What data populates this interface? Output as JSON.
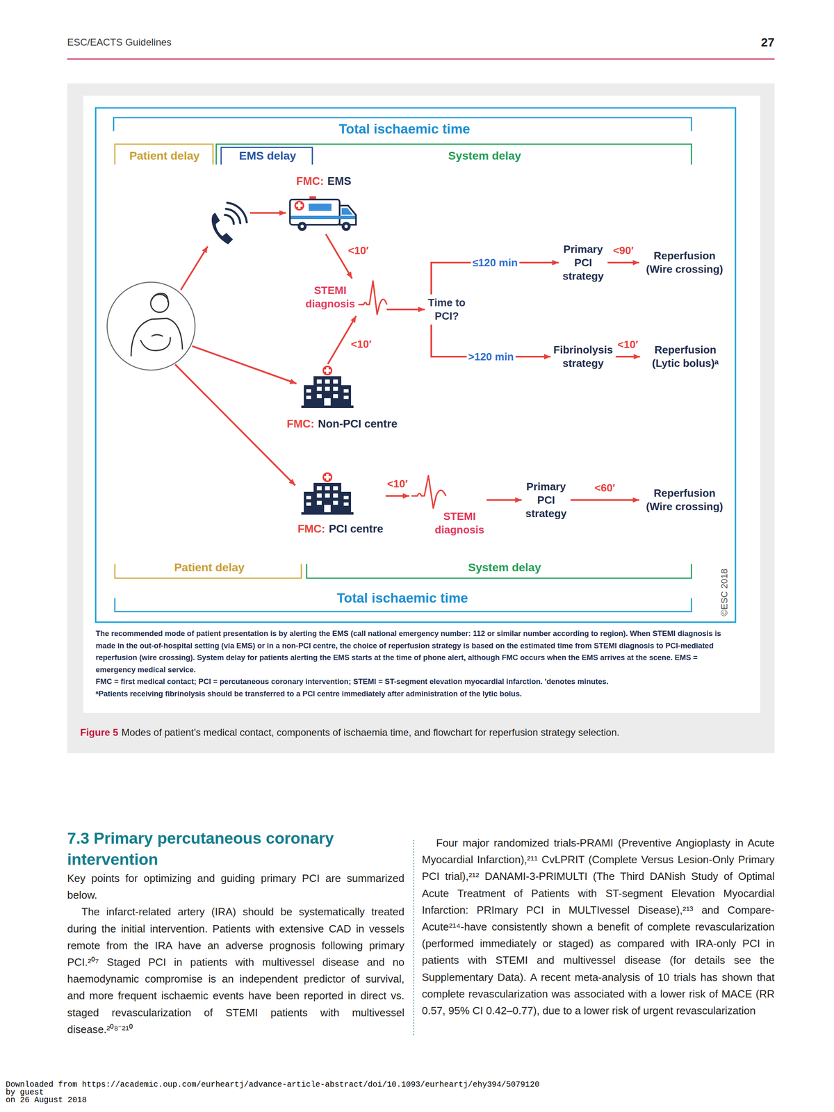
{
  "diagram": {
    "caption": "Modes of patient’s medical contact, components of ischaemia time, and flowchart for reperfusion strategy selection.",
    "nodes": [
      {
        "text": [
          "FMC:",
          "EMS"
        ]
      },
      {
        "text": [
          "STEMI diagnosis"
        ]
      },
      {
        "text": [
          "Time to PCI?"
        ]
      },
      {
        "text": [
          "Primary PCI strategy"
        ]
      },
      {
        "text": [
          "Reperfusion (Wire crossing)"
        ]
      },
      {
        "text": [
          "Fibrinolysis strategy"
        ]
      },
      {
        "text": [
          "Reperfusion (Lytic bolus)ᵃ"
        ]
      },
      {
        "text": [
          "FMC:",
          "Non-PCI centre"
        ]
      },
      {
        "text": [
          "FMC:",
          "PCI centre"
        ]
      },
      {
        "text": [
          "STEMI diagnosis"
        ]
      },
      {
        "text": [
          "Primary PCI strategy"
        ]
      },
      {
        "text": [
          "Reperfusion (Wire crossing)"
        ]
      }
    ],
    "edges": [
      {
        "from": 0,
        "to": 1,
        "label": "<10′",
        "arrow": "to"
      },
      {
        "from": 7,
        "to": 1,
        "label": "<10′",
        "arrow": "to"
      },
      {
        "from": 1,
        "to": 2,
        "arrow": "to"
      },
      {
        "from": 2,
        "to": 3,
        "label": "≤120 min",
        "arrow": "to"
      },
      {
        "from": 3,
        "to": 4,
        "label": "<90′",
        "arrow": "to"
      },
      {
        "from": 2,
        "to": 5,
        "label": ">120 min",
        "arrow": "to"
      },
      {
        "from": 5,
        "to": 6,
        "label": "<10′",
        "arrow": "to"
      },
      {
        "from": 8,
        "to": 9,
        "label": "<10′",
        "arrow": "to"
      },
      {
        "from": 9,
        "to": 10,
        "arrow": "to"
      },
      {
        "from": 10,
        "to": 11,
        "label": "<60′",
        "arrow": "to"
      }
    ],
    "labels": [
      "ESC/EACTS Guidelines",
      "27",
      "Total ischaemic time",
      "Patient delay",
      "EMS delay",
      "System delay",
      "Patient delay",
      "System delay",
      "Total ischaemic time",
      "©ESC 2018",
      "The recommended mode of patient presentation is by alerting the EMS (call national emergency number: 112 or similar number according to region). When STEMI diagnosis is made in the out-of-hospital setting (via EMS) or in a non-PCI centre, the choice of reperfusion strategy is based on the estimated time from STEMI diagnosis to PCI-mediated reperfusion (wire crossing). System delay for patients alerting the EMS starts at the time of phone alert, although FMC occurs when the EMS arrives at the scene. EMS = emergency medical service.",
      "FMC = first medical contact; PCI = percutaneous coronary intervention; STEMI = ST-segment elevation myocardial infarction. ′denotes minutes.",
      "ᵃPatients receiving fibrinolysis should be transferred to a PCI centre immediately after administration of the lytic bolus.",
      "Figure 5",
      "7.3 Primary percutaneous coronary intervention",
      "Key points for optimizing and guiding primary PCI are summarized below.",
      "The infarct-related artery (IRA) should be systematically treated during the initial intervention. Patients with extensive CAD in vessels remote from the IRA have an adverse prognosis following primary PCI.²⁰⁷ Staged PCI in patients with multivessel disease and no haemodynamic compromise is an independent predictor of survival, and more frequent ischaemic events have been reported in direct vs. staged revascularization of STEMI patients with multivessel disease.²⁰⁸⁻²¹⁰",
      "Four major randomized trials-PRAMI (Preventive Angioplasty in Acute Myocardial Infarction),²¹¹ CvLPRIT (Complete Versus Lesion-Only Primary PCI trial),²¹² DANAMI-3-PRIMULTI (The Third DANish Study of Optimal Acute Treatment of Patients with ST-segment Elevation Myocardial Infarction: PRImary PCI in MULTIvessel Disease),²¹³ and Compare-Acute²¹⁴-have consistently shown a benefit of complete revascularization (performed immediately or staged) as compared with IRA-only PCI in patients with STEMI and multivessel disease (for details see the Supplementary Data). A recent meta-analysis of 10 trials has shown that complete revascularization was associated with a lower risk of MACE (RR 0.57, 95% CI 0.42–0.77), due to a lower risk of urgent revascularization",
      "Downloaded from https://academic.oup.com/eurheartj/advance-article-abstract/doi/10.1093/eurheartj/ehy394/5079120",
      "by guest",
      "on 26 August 2018"
    ]
  }
}
